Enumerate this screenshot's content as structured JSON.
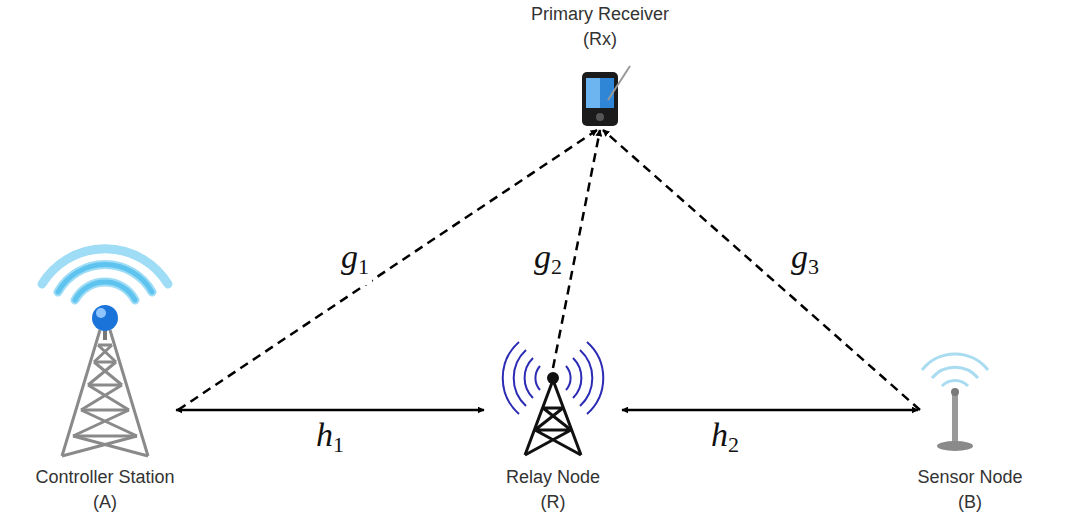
{
  "diagram": {
    "nodes": [
      {
        "text": [
          "Primary Receiver",
          "(Rx)"
        ]
      },
      {
        "text": [
          "Controller Station",
          "(A)"
        ]
      },
      {
        "text": [
          "Relay Node",
          "(R)"
        ]
      },
      {
        "text": [
          "Sensor Node",
          "(B)"
        ]
      }
    ],
    "edges": [
      {
        "from": 1,
        "to": 0,
        "label": "g1",
        "arrow": "to"
      },
      {
        "from": 2,
        "to": 0,
        "label": "g2",
        "arrow": "to"
      },
      {
        "from": 3,
        "to": 0,
        "label": "g3",
        "arrow": "to"
      },
      {
        "from": 1,
        "to": 2,
        "label": "h1",
        "arrow": "both"
      },
      {
        "from": 2,
        "to": 3,
        "label": "h2",
        "arrow": "both"
      }
    ]
  }
}
